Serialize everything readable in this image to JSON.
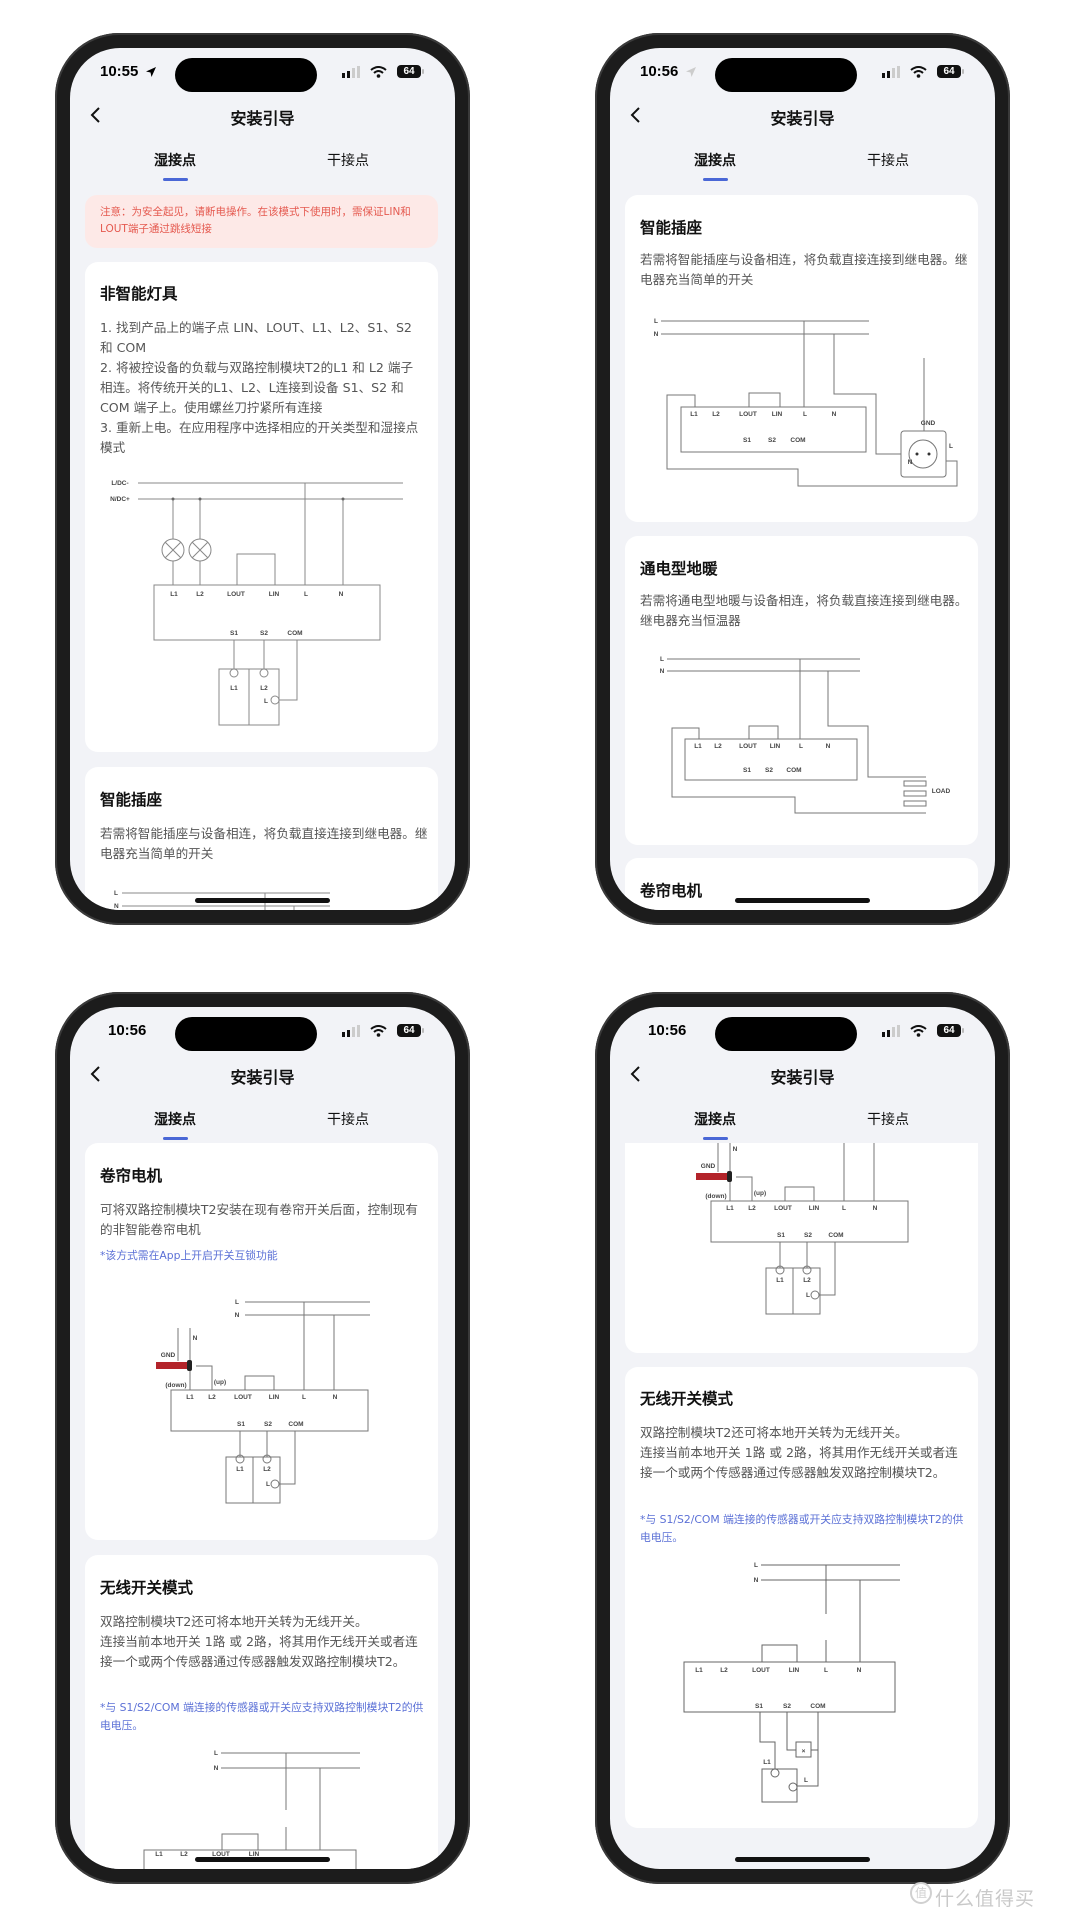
{
  "app": {
    "title": "安装引导",
    "tabs": [
      {
        "label": "湿接点",
        "active": true
      },
      {
        "label": "干接点",
        "active": false
      }
    ],
    "battery": "64",
    "accent": "#4a67d6",
    "warning_color": "#e55a50",
    "note_color": "#5b70d6"
  },
  "phones": [
    {
      "time": "10:55",
      "location_active": true,
      "warning": "注意：为安全起见，请断电操作。在该模式下使用时，需保证LIN和LOUT端子通过跳线短接",
      "cards": [
        {
          "title": "非智能灯具",
          "body": [
            "1. 找到产品上的端子点 LIN、LOUT、L1、L2、S1、S2 和 COM",
            "2. 将被控设备的负载与双路控制模块T2的L1 和 L2 端子相连。将传统开关的L1、L2、L连接到设备 S1、S2 和 COM 端子上。使用螺丝刀拧紧所有连接",
            "3. 重新上电。在应用程序中选择相应的开关类型和湿接点模式"
          ]
        },
        {
          "title": "智能插座",
          "body": [
            "若需将智能插座与设备相连，将负载直接连接到继电器。继电器充当简单的开关"
          ]
        }
      ]
    },
    {
      "time": "10:56",
      "location_active": false,
      "cards": [
        {
          "title": "智能插座",
          "body": [
            "若需将智能插座与设备相连，将负载直接连接到继电器。继电器充当简单的开关"
          ]
        },
        {
          "title": "通电型地暖",
          "body": [
            "若需将通电型地暖与设备相连，将负载直接连接到继电器。继电器充当恒温器"
          ]
        },
        {
          "title": "卷帘电机"
        }
      ]
    },
    {
      "time": "10:56",
      "cards": [
        {
          "title": "卷帘电机",
          "body": [
            "可将双路控制模块T2安装在现有卷帘开关后面，控制现有的非智能卷帘电机"
          ],
          "note": "*该方式需在App上开启开关互锁功能"
        },
        {
          "title": "无线开关模式",
          "body": [
            "双路控制模块T2还可将本地开关转为无线开关。",
            "连接当前本地开关 1路 或 2路，将其用作无线开关或者连接一个或两个传感器通过传感器触发双路控制模块T2。"
          ],
          "note": "*与 S1/S2/COM 端连接的传感器或开关应支持双路控制模块T2的供电电压。"
        }
      ]
    },
    {
      "time": "10:56",
      "cards": [
        {
          "title": "无线开关模式",
          "body": [
            "双路控制模块T2还可将本地开关转为无线开关。",
            "连接当前本地开关 1路 或 2路，将其用作无线开关或者连接一个或两个传感器通过传感器触发双路控制模块T2。"
          ],
          "note": "*与 S1/S2/COM 端连接的传感器或开关应支持双路控制模块T2的供电电压。"
        }
      ]
    }
  ],
  "diagram_labels": {
    "L1": "L1",
    "L2": "L2",
    "LOUT": "LOUT",
    "LIN": "LIN",
    "L": "L",
    "N": "N",
    "S1": "S1",
    "S2": "S2",
    "COM": "COM",
    "LDC": "L/DC-",
    "NDC": "N/DC+",
    "GND": "GND",
    "LOAD": "LOAD",
    "up": "(up)",
    "down": "(down)",
    "X": "×"
  },
  "watermark": {
    "logo": "值",
    "text": "什么值得买"
  }
}
